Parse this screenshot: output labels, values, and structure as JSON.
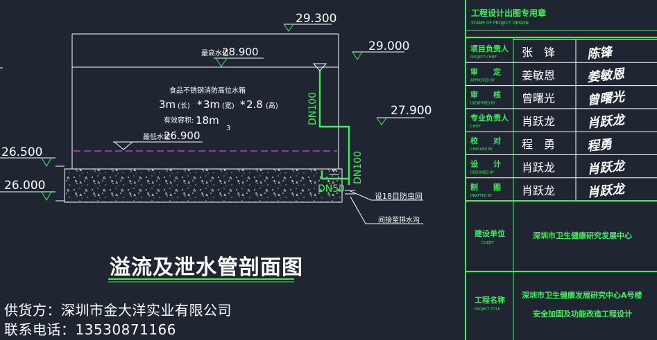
{
  "drawing": {
    "title": "溢流及泄水管剖面图",
    "elevations": {
      "top": "29.300",
      "overflow": "29.000",
      "mid": "27.900",
      "left_upper": "26.500",
      "left_lower": "26.000"
    },
    "water_levels": {
      "max_label": "最高水位",
      "max_value": "28.900",
      "min_label": "最低水位",
      "min_value": "26.900"
    },
    "tank": {
      "name": "食品不锈钢消防高位水箱",
      "size_a": "3m",
      "size_a_note": "(长)",
      "size_b": "3m",
      "size_b_note": "(宽)",
      "size_c": "2.8",
      "size_c_note": "(高)",
      "volume_label": "有效容积:",
      "volume_value": "18m",
      "volume_sup": "3"
    },
    "pipes": {
      "dn100_a": "DN100",
      "dn100_b": "DN100",
      "dn50": "DN50",
      "mesh_note": "设18目防虫网",
      "drain_note": "间接至排水沟"
    }
  },
  "stamp": {
    "title_cn": "工程设计出图专用章",
    "title_en": "STAMP OF PROJECT DESIGN"
  },
  "title_block": {
    "rows": [
      {
        "role_cn": "项目负责人",
        "role_en": "PROJECT CHIEF",
        "name": "张　锋",
        "signature": "陈锋"
      },
      {
        "role_cn": "审　　定",
        "role_en": "APPROVED BY",
        "name": "姜敏恩",
        "signature": "姜敏恩"
      },
      {
        "role_cn": "审　　核",
        "role_en": "IDENTIFIED BY",
        "name": "曾曙光",
        "signature": "曾曙光"
      },
      {
        "role_cn": "专业负责人",
        "role_en": "CHIEF",
        "name": "肖跃龙",
        "signature": "肖跃龙"
      },
      {
        "role_cn": "校　　对",
        "role_en": "CHECKED BY",
        "name": "程　勇",
        "signature": "程勇"
      },
      {
        "role_cn": "设　　计",
        "role_en": "DESIGNED BY",
        "name": "肖跃龙",
        "signature": "肖跃龙"
      },
      {
        "role_cn": "制　　图",
        "role_en": "DRAFTED BY",
        "name": "肖跃龙",
        "signature": "肖跃龙"
      }
    ],
    "client_label_cn": "建设单位",
    "client_label_en": "CLIENT",
    "client_value": "深圳市卫生健康研究发展中心",
    "project_label_cn": "工程名称",
    "project_label_en": "PROJECT TITLE",
    "project_value_1": "深圳市卫生健康发展研究中心A号楼",
    "project_value_2": "安全加固及功能改造工程设计"
  },
  "footer": {
    "supplier_label": "供货方：",
    "supplier_value": "深圳市金大洋实业有限公司",
    "phone_label": "联系电话：",
    "phone_value": "13530871166"
  },
  "colors": {
    "background": "#1f2632",
    "line": "#ffffff",
    "pipe": "#3cf05a",
    "water_dash": "#c23cc8",
    "text_green": "#3cf05a"
  }
}
